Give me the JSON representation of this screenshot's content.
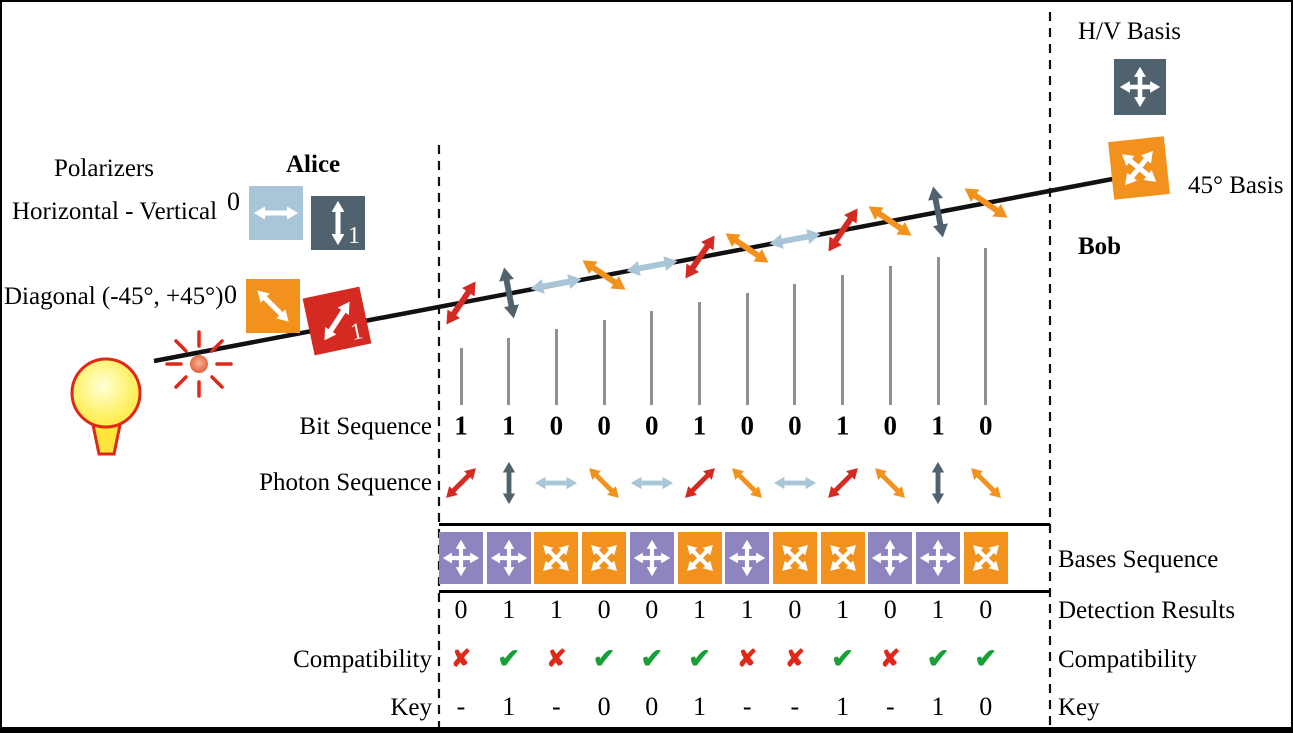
{
  "palette": {
    "red": "#d42a22",
    "orange": "#f2921d",
    "light_blue": "#a9c5d8",
    "dark_slate": "#51626f",
    "purple": "#8e84c0",
    "check_green": "#18a038",
    "cross_red": "#e02818",
    "beam_black": "#111111",
    "tick_gray": "#909090",
    "bulb_yellow": "#fff26b",
    "bulb_outline_red": "#e02818"
  },
  "labels": {
    "alice": "Alice",
    "bob": "Bob",
    "polarizers": "Polarizers",
    "polarizer_hv": "Horizontal - Vertical",
    "polarizer_diag": "Diagonal (-45°, +45°)",
    "basis_hv": "H/V Basis",
    "basis_diag": "45° Basis",
    "bit_sequence": "Bit Sequence",
    "photon_sequence": "Photon Sequence",
    "bases_sequence": "Bases Sequence",
    "detection_results": "Detection Results",
    "compatibility_left": "Compatibility",
    "compatibility_right": "Compatibility",
    "key_left": "Key",
    "key_right": "Key"
  },
  "alice": {
    "polarizers": {
      "hv": [
        {
          "bit": "0",
          "orientation": "horizontal",
          "color": "light_blue"
        },
        {
          "bit": "1",
          "orientation": "vertical",
          "color": "dark_slate"
        }
      ],
      "diagonal": [
        {
          "bit": "0",
          "orientation": "minus45",
          "color": "orange"
        },
        {
          "bit": "1",
          "orientation": "plus45",
          "color": "red"
        }
      ]
    }
  },
  "bob": {
    "bases": [
      {
        "label": "H/V Basis",
        "symbol": "plus",
        "color": "dark_slate"
      },
      {
        "label": "45° Basis",
        "symbol": "cross",
        "color": "orange"
      }
    ]
  },
  "symbols": {
    "compatible": "✔",
    "incompatible": "✘"
  },
  "chart_data": {
    "type": "table",
    "columns": 12,
    "bit_sequence": [
      "1",
      "1",
      "0",
      "0",
      "0",
      "1",
      "0",
      "0",
      "1",
      "0",
      "1",
      "0"
    ],
    "photon_sequence": [
      {
        "orientation": "plus45",
        "color": "red"
      },
      {
        "orientation": "vertical",
        "color": "dark_slate"
      },
      {
        "orientation": "horizontal",
        "color": "light_blue"
      },
      {
        "orientation": "minus45",
        "color": "orange"
      },
      {
        "orientation": "horizontal",
        "color": "light_blue"
      },
      {
        "orientation": "plus45",
        "color": "red"
      },
      {
        "orientation": "minus45",
        "color": "orange"
      },
      {
        "orientation": "horizontal",
        "color": "light_blue"
      },
      {
        "orientation": "plus45",
        "color": "red"
      },
      {
        "orientation": "minus45",
        "color": "orange"
      },
      {
        "orientation": "vertical",
        "color": "dark_slate"
      },
      {
        "orientation": "minus45",
        "color": "orange"
      }
    ],
    "bases_sequence": [
      "plus",
      "plus",
      "cross",
      "cross",
      "plus",
      "cross",
      "plus",
      "cross",
      "cross",
      "plus",
      "plus",
      "cross"
    ],
    "detection_results": [
      "0",
      "1",
      "1",
      "0",
      "0",
      "1",
      "1",
      "0",
      "1",
      "0",
      "1",
      "0"
    ],
    "compatibility": [
      "incompatible",
      "compatible",
      "incompatible",
      "compatible",
      "compatible",
      "compatible",
      "incompatible",
      "incompatible",
      "compatible",
      "incompatible",
      "compatible",
      "compatible"
    ],
    "key": [
      "-",
      "1",
      "-",
      "0",
      "0",
      "1",
      "-",
      "-",
      "1",
      "-",
      "1",
      "0"
    ]
  }
}
